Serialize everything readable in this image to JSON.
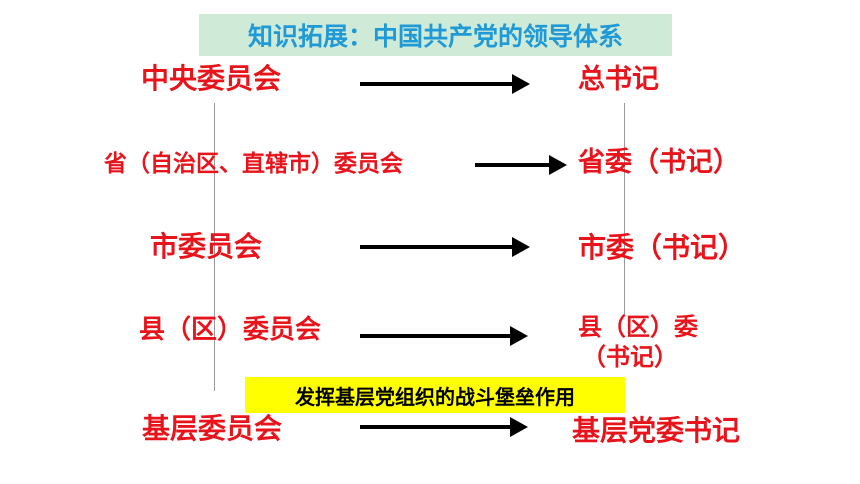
{
  "title": "知识拓展：中国共产党的领导体系",
  "left_nodes": [
    "中央委员会",
    "省（自治区、直辖市）委员会",
    "市委员会",
    "县（区）委员会",
    "基层委员会"
  ],
  "right_nodes": [
    "总书记",
    "省委（书记）",
    "市委（书记）",
    "县（区）委",
    "（书记）",
    "基层党委书记"
  ],
  "banner": "发挥基层党组织的战斗堡垒作用",
  "colors": {
    "title": "#1f9ad6",
    "title_bg": "#cfead7",
    "node": "#e8141c",
    "banner_bg": "#ffff00",
    "arrow": "#000000"
  }
}
